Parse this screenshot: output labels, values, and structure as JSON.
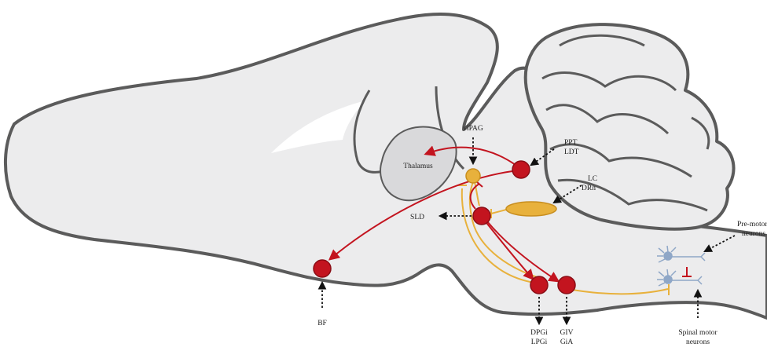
{
  "labels": {
    "thalamus": "Thalamus",
    "vlpag": "vlPAG",
    "ppt": "PPT",
    "ldt": "LDT",
    "lc": "LC",
    "drn": "DRn",
    "sld": "SLD",
    "bf": "BF",
    "dpgi": "DPGi",
    "lpgi": "LPGi",
    "giv": "GIV",
    "gia": "GiA",
    "premotor_1": "Pre-motor",
    "premotor_2": "neurons",
    "spinal_1": "Spinal motor",
    "spinal_2": "neurons"
  },
  "colors": {
    "brain_fill": "#ececed",
    "brain_outline": "#5b5b5b",
    "thalamus_fill": "#d9d9db",
    "excitatory_red": "#c3141f",
    "inhibitory_yellow": "#e8b13c",
    "neuron_blue": "#8fa7c7"
  }
}
